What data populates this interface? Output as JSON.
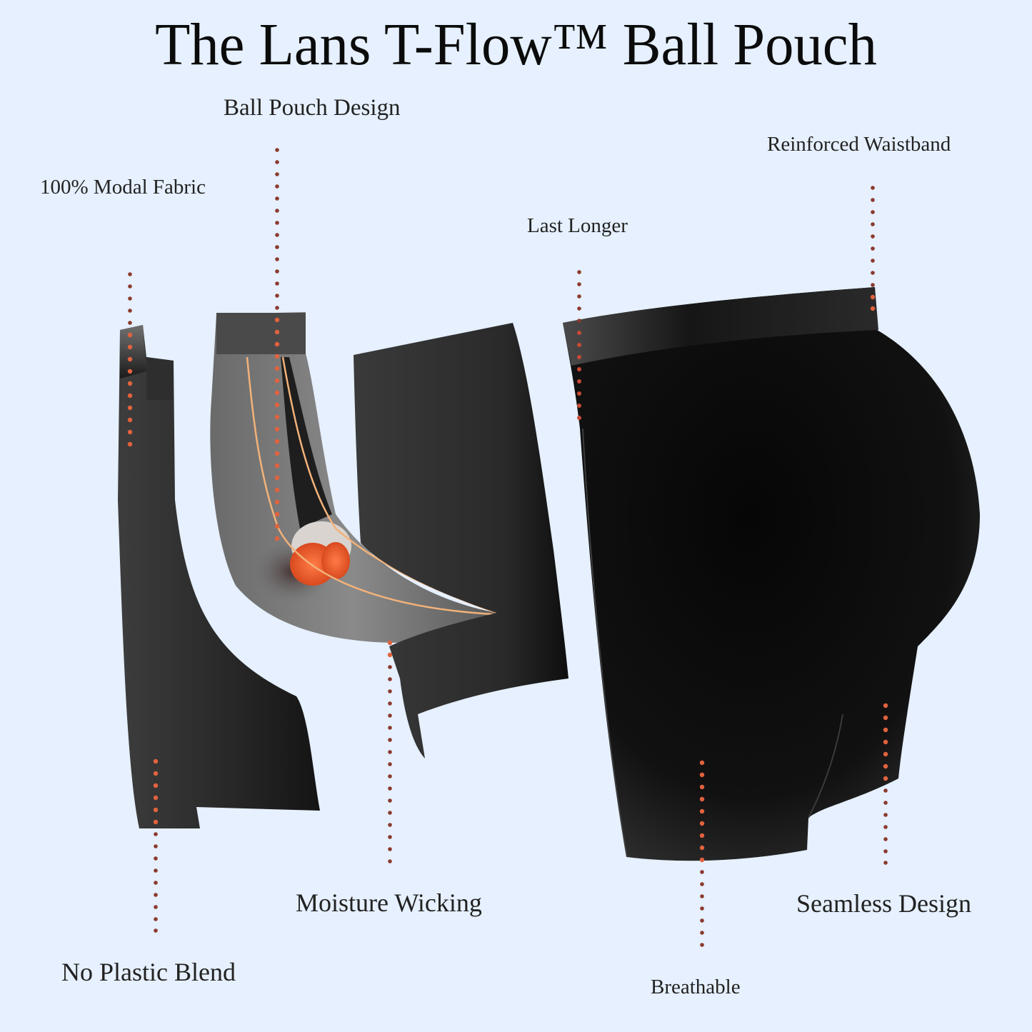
{
  "title": "The Lans T-Flow™ Ball Pouch",
  "colors": {
    "background": "#e6f0fe",
    "fabric_dark": "#0d0d0d",
    "fabric_gray": "#555555",
    "leader_dot": "#8b3a2e",
    "leader_dot_on_fabric": "#e2623e",
    "pouch_outline": "#f2b27a",
    "pouch_mesh": "#e9562a"
  },
  "callouts": [
    {
      "id": "modal-fabric",
      "label": "100% Modal Fabric"
    },
    {
      "id": "ball-pouch-design",
      "label": "Ball Pouch Design"
    },
    {
      "id": "last-longer",
      "label": "Last Longer"
    },
    {
      "id": "reinforced-waistband",
      "label": "Reinforced Waistband"
    },
    {
      "id": "no-plastic-blend",
      "label": "No Plastic Blend"
    },
    {
      "id": "moisture-wicking",
      "label": "Moisture Wicking"
    },
    {
      "id": "breathable",
      "label": "Breathable"
    },
    {
      "id": "seamless-design",
      "label": "Seamless Design"
    }
  ]
}
